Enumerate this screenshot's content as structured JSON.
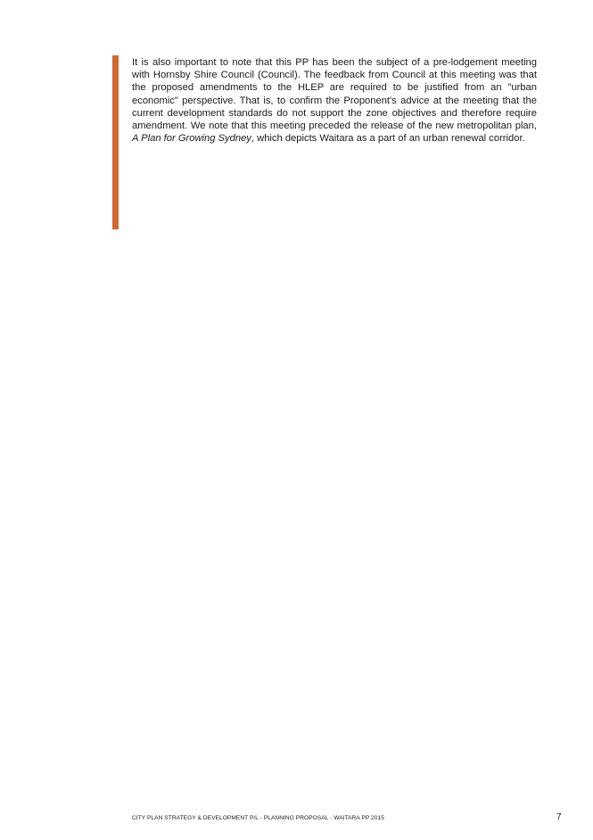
{
  "colors": {
    "accent_bar": "#d0692f",
    "text": "#1a1a1a",
    "background": "#ffffff"
  },
  "body": {
    "paragraph_part1": "It is also important to note that this PP has been the subject of a pre-lodgement meeting with Hornsby Shire Council (Council).  The feedback from Council at this meeting was that the proposed amendments to the HLEP are required to be justified from an \"urban economic\" perspective.  That is, to confirm the Proponent's advice at the meeting that the current development standards do not support the zone objectives and therefore require amendment. We note that this meeting preceded the release of the new metropolitan plan, ",
    "paragraph_italic": "A Plan for Growing Sydney",
    "paragraph_part2": ", which depicts Waitara as a part of an urban renewal corridor."
  },
  "footer": {
    "text": "CITY PLAN STRATEGY & DEVELOPMENT P/L - PLANNING PROPOSAL - WAITARA PP 2015",
    "page_number": "7"
  }
}
